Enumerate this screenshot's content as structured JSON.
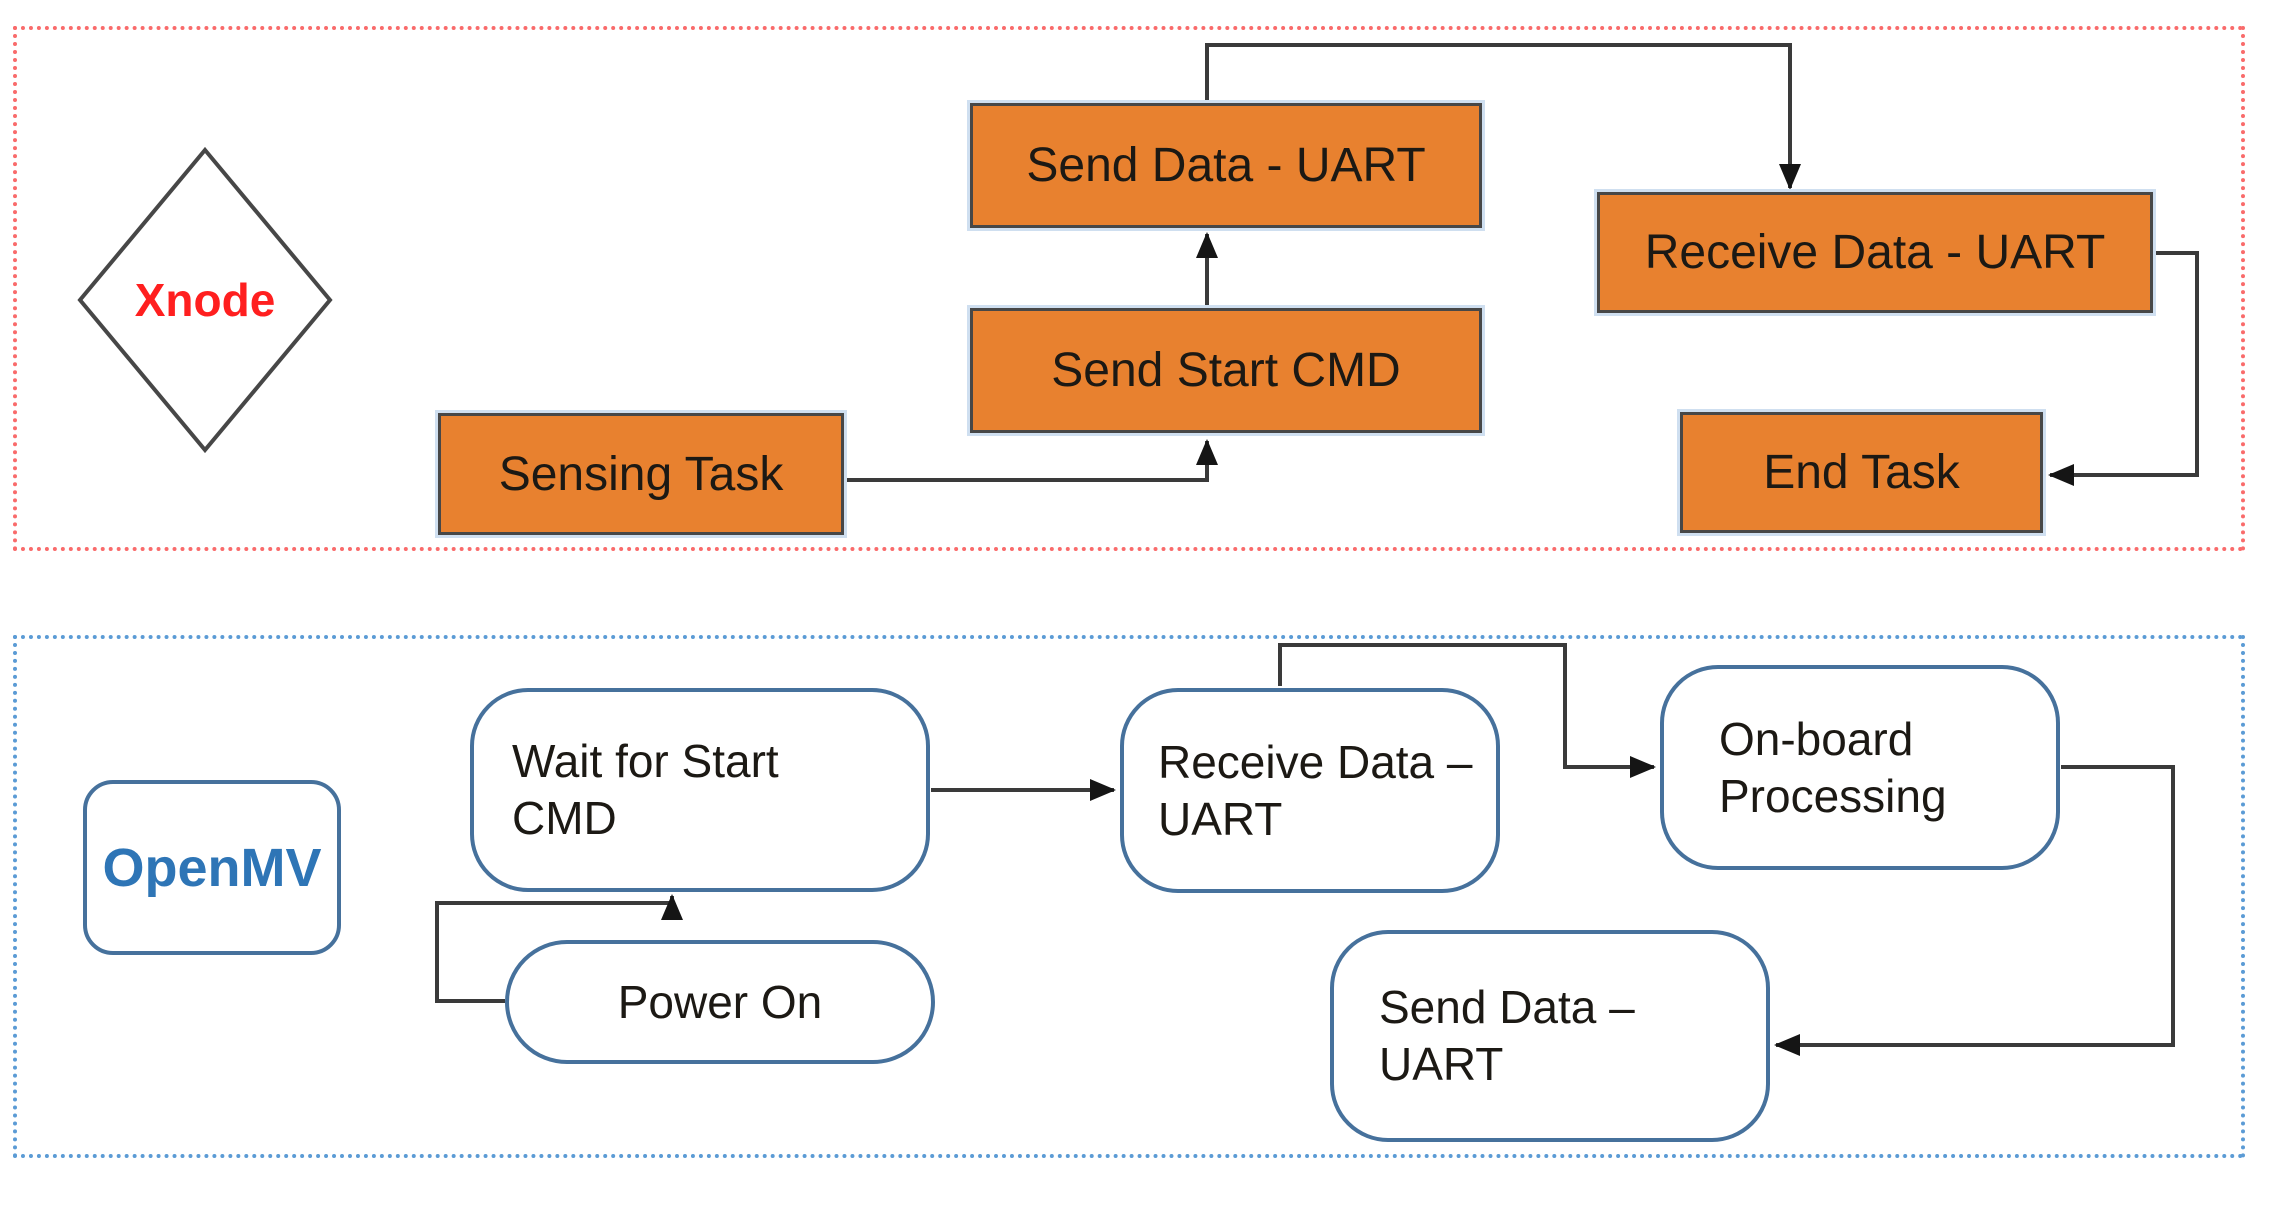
{
  "colors": {
    "box_orange": "#E8812F",
    "box_border_dark": "#474747",
    "halo_blue": "#cfdff0",
    "xnode_red": "#FF1F1F",
    "openmv_blue": "#2E75B6",
    "rounded_border": "#46719C",
    "red_frame": "#F96B6B",
    "blue_frame": "#5B9BD5",
    "connector": "#3A3A3A",
    "text_dark": "#1C1914"
  },
  "xnode": {
    "label": "Xnode",
    "sensing_task": "Sensing Task",
    "send_data_uart": "Send Data - UART",
    "send_start_cmd": "Send Start CMD",
    "receive_data_uart": "Receive Data - UART",
    "end_task": "End Task"
  },
  "openmv": {
    "label": "OpenMV",
    "wait_line1": "Wait for Start",
    "wait_line2": "CMD",
    "power_on": "Power On",
    "receive_line1": "Receive Data –",
    "receive_line2": "UART",
    "onboard_line1": "On-board",
    "onboard_line2": "Processing",
    "send_line1": "Send Data –",
    "send_line2": "UART"
  }
}
